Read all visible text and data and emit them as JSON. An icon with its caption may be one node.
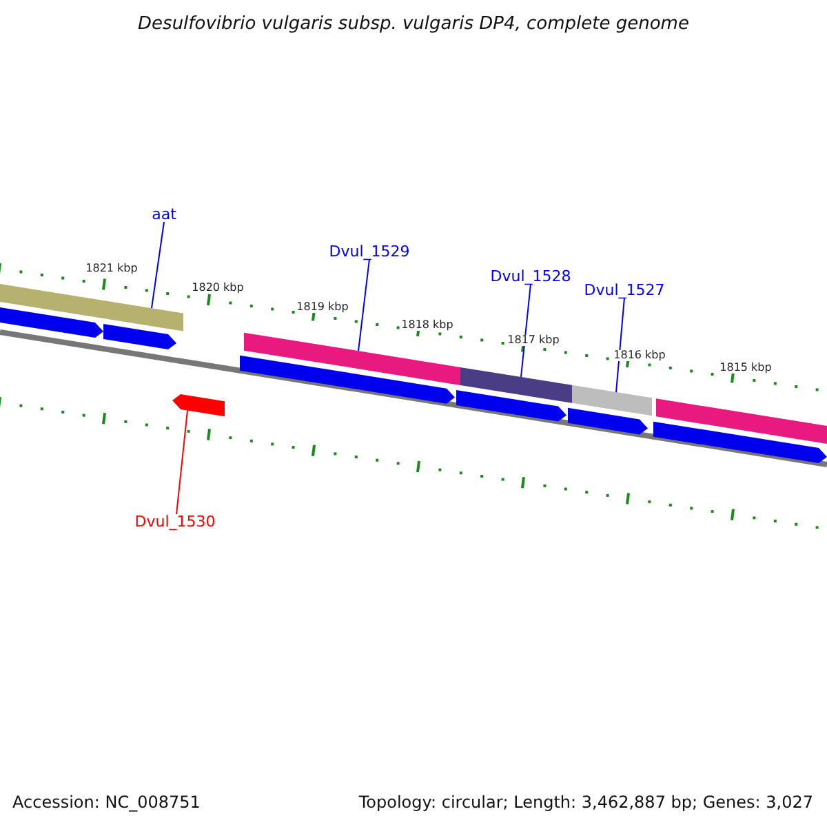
{
  "diagram": {
    "title": "Desulfovibrio vulgaris subsp. vulgaris DP4, complete genome",
    "nodes": [
      {
        "text": [
          "aat"
        ]
      },
      {
        "text": [
          "Dvul_1529"
        ]
      },
      {
        "text": [
          "Dvul_1528"
        ]
      },
      {
        "text": [
          "Dvul_1527"
        ]
      },
      {
        "text": [
          "Dvul_1530"
        ]
      },
      {
        "text": [],
        "shape": "bar"
      },
      {
        "text": [],
        "shape": "bar"
      },
      {
        "text": [],
        "shape": "bar"
      },
      {
        "text": [],
        "shape": "bar"
      },
      {
        "text": [],
        "shape": "arrow"
      },
      {
        "text": [],
        "shape": "arrow"
      },
      {
        "text": [],
        "shape": "arrow"
      },
      {
        "text": [],
        "shape": "arrow"
      },
      {
        "text": [],
        "shape": "arrow"
      },
      {
        "text": [],
        "shape": "arrow"
      },
      {
        "text": [],
        "shape": "arrow"
      },
      {
        "text": [],
        "shape": "bar"
      }
    ],
    "edges": [
      {
        "from": 0,
        "to": 5,
        "arrow": "none"
      },
      {
        "from": 1,
        "to": 6,
        "arrow": "none"
      },
      {
        "from": 2,
        "to": 7,
        "arrow": "none"
      },
      {
        "from": 3,
        "to": 8,
        "arrow": "none"
      },
      {
        "from": 4,
        "to": 9,
        "arrow": "none",
        "color": "#ff0000"
      }
    ],
    "labels": [
      "1821 kbp",
      "1820 kbp",
      "1819 kbp",
      "1818 kbp",
      "1817 kbp",
      "1816 kbp",
      "1815 kbp",
      "Accession: NC_008751",
      "Topology: circular; Length: 3,462,887 bp; Genes: 3,027"
    ]
  }
}
